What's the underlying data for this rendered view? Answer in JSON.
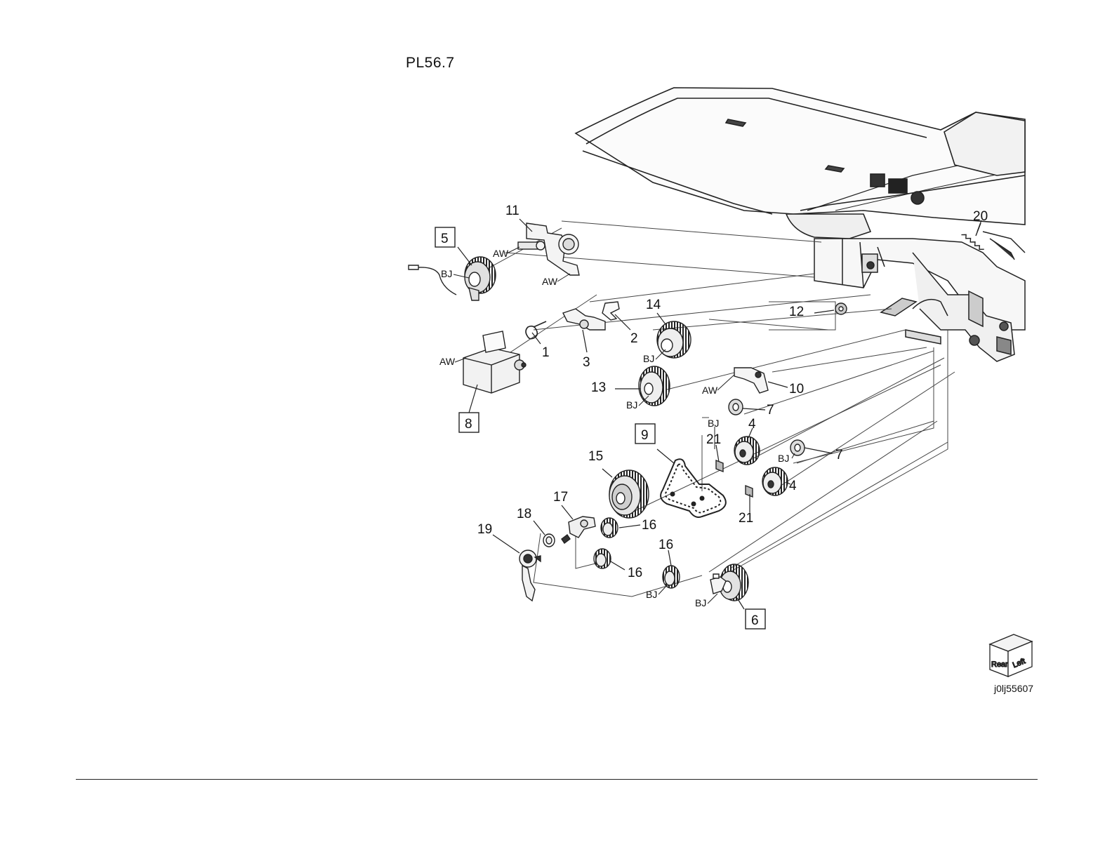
{
  "plate": {
    "title": "PL56.7",
    "figure_id": "j0lj55607"
  },
  "callouts": {
    "c1": "1",
    "c2": "2",
    "c3": "3",
    "c4a": "4",
    "c4b": "4",
    "c5": "5",
    "c6": "6",
    "c7a": "7",
    "c7b": "7",
    "c8": "8",
    "c9": "9",
    "c10": "10",
    "c11": "11",
    "c12": "12",
    "c13": "13",
    "c14": "14",
    "c15": "15",
    "c16a": "16",
    "c16b": "16",
    "c16c": "16",
    "c17": "17",
    "c18": "18",
    "c19": "19",
    "c20": "20",
    "c21a": "21",
    "c21b": "21"
  },
  "fasteners": {
    "aw1": "AW",
    "aw2": "AW",
    "aw3": "AW",
    "aw4": "AW",
    "bj1": "BJ",
    "bj2": "BJ",
    "bj3": "BJ",
    "bj4": "BJ",
    "bj5": "BJ",
    "bj6": "BJ",
    "bj7": "BJ"
  },
  "orientation": {
    "rear": "Rear",
    "left": "Left"
  }
}
